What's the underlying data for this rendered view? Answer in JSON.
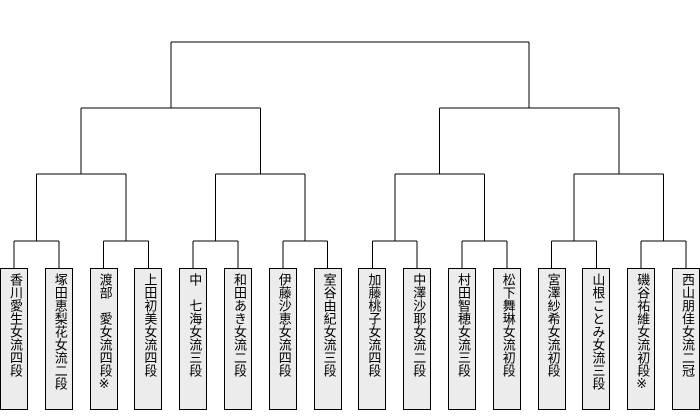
{
  "bracket": {
    "players": [
      "香川愛生女流四段",
      "塚田恵梨花女流二段",
      "渡部　愛女流四段※",
      "上田初美女流四段",
      "中　七海女流三段",
      "和田あき女流二段",
      "伊藤沙恵女流四段",
      "室谷由紀女流三段",
      "加藤桃子女流四段",
      "中澤沙耶女流二段",
      "村田智穂女流三段",
      "松下舞琳女流初段",
      "宮澤紗希女流初段",
      "山根ことみ女流三段",
      "磯谷祐維女流初段※",
      "西山朋佳女流二冠"
    ]
  },
  "style": {
    "line_color": "#000000",
    "box_fill": "#ececec",
    "box_border": "#000000"
  }
}
